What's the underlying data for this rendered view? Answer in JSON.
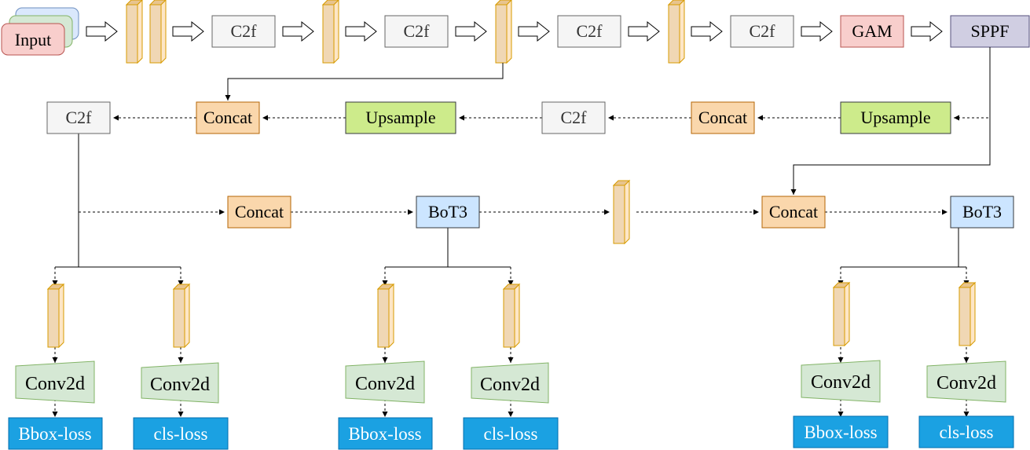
{
  "input": "Input",
  "backbone": {
    "c2f_1": "C2f",
    "c2f_2": "C2f",
    "c2f_3": "C2f",
    "c2f_4": "C2f",
    "gam": "GAM",
    "sppf": "SPPF"
  },
  "neck": {
    "c2f_left": "C2f",
    "concat_1": "Concat",
    "upsample_1": "Upsample",
    "c2f_mid": "C2f",
    "concat_2": "Concat",
    "upsample_2": "Upsample",
    "concat_3": "Concat",
    "bot3_1": "BoT3",
    "concat_4": "Concat",
    "bot3_2": "BoT3"
  },
  "heads": [
    {
      "conv_a": "Conv2d",
      "conv_b": "Conv2d",
      "loss_a": "Bbox-loss",
      "loss_b": "cls-loss"
    },
    {
      "conv_a": "Conv2d",
      "conv_b": "Conv2d",
      "loss_a": "Bbox-loss",
      "loss_b": "cls-loss"
    },
    {
      "conv_a": "Conv2d",
      "conv_b": "Conv2d",
      "loss_a": "Bbox-loss",
      "loss_b": "cls-loss"
    }
  ],
  "colors": {
    "conv_fill": "#fde6c6",
    "conv_stroke": "#d79b00",
    "concat_fill": "#fad7ac",
    "upsample_fill": "#cdeb8b",
    "gam_fill": "#f8cecc",
    "sppf_fill": "#d0cee2",
    "bot3_fill": "#cce5ff",
    "c2f_fill": "#f5f5f5",
    "conv2d_fill": "#d5e8d4",
    "loss_fill": "#1ba1e2"
  }
}
